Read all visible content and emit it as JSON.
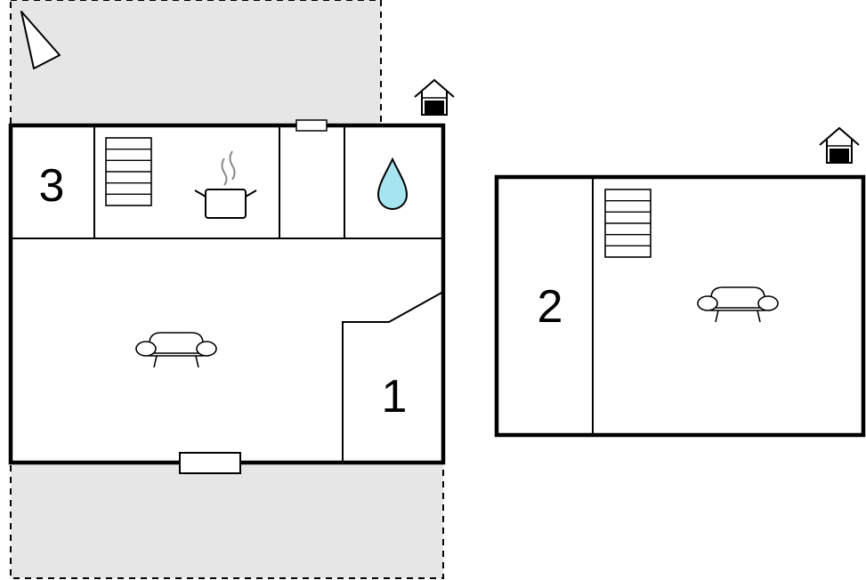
{
  "rooms": {
    "room_1": "1",
    "room_2": "2",
    "room_3": "3"
  },
  "icons": {
    "north_arrow": "north-arrow-icon",
    "house": "house-icon",
    "stairs": "stairs-icon",
    "kitchen": "cooking-pot-icon",
    "bathroom": "water-drop-icon",
    "living": "sofa-icon"
  },
  "colors": {
    "outdoor_area": "#e6e6e6",
    "water": "#a6e4f0",
    "walls": "#000000"
  }
}
